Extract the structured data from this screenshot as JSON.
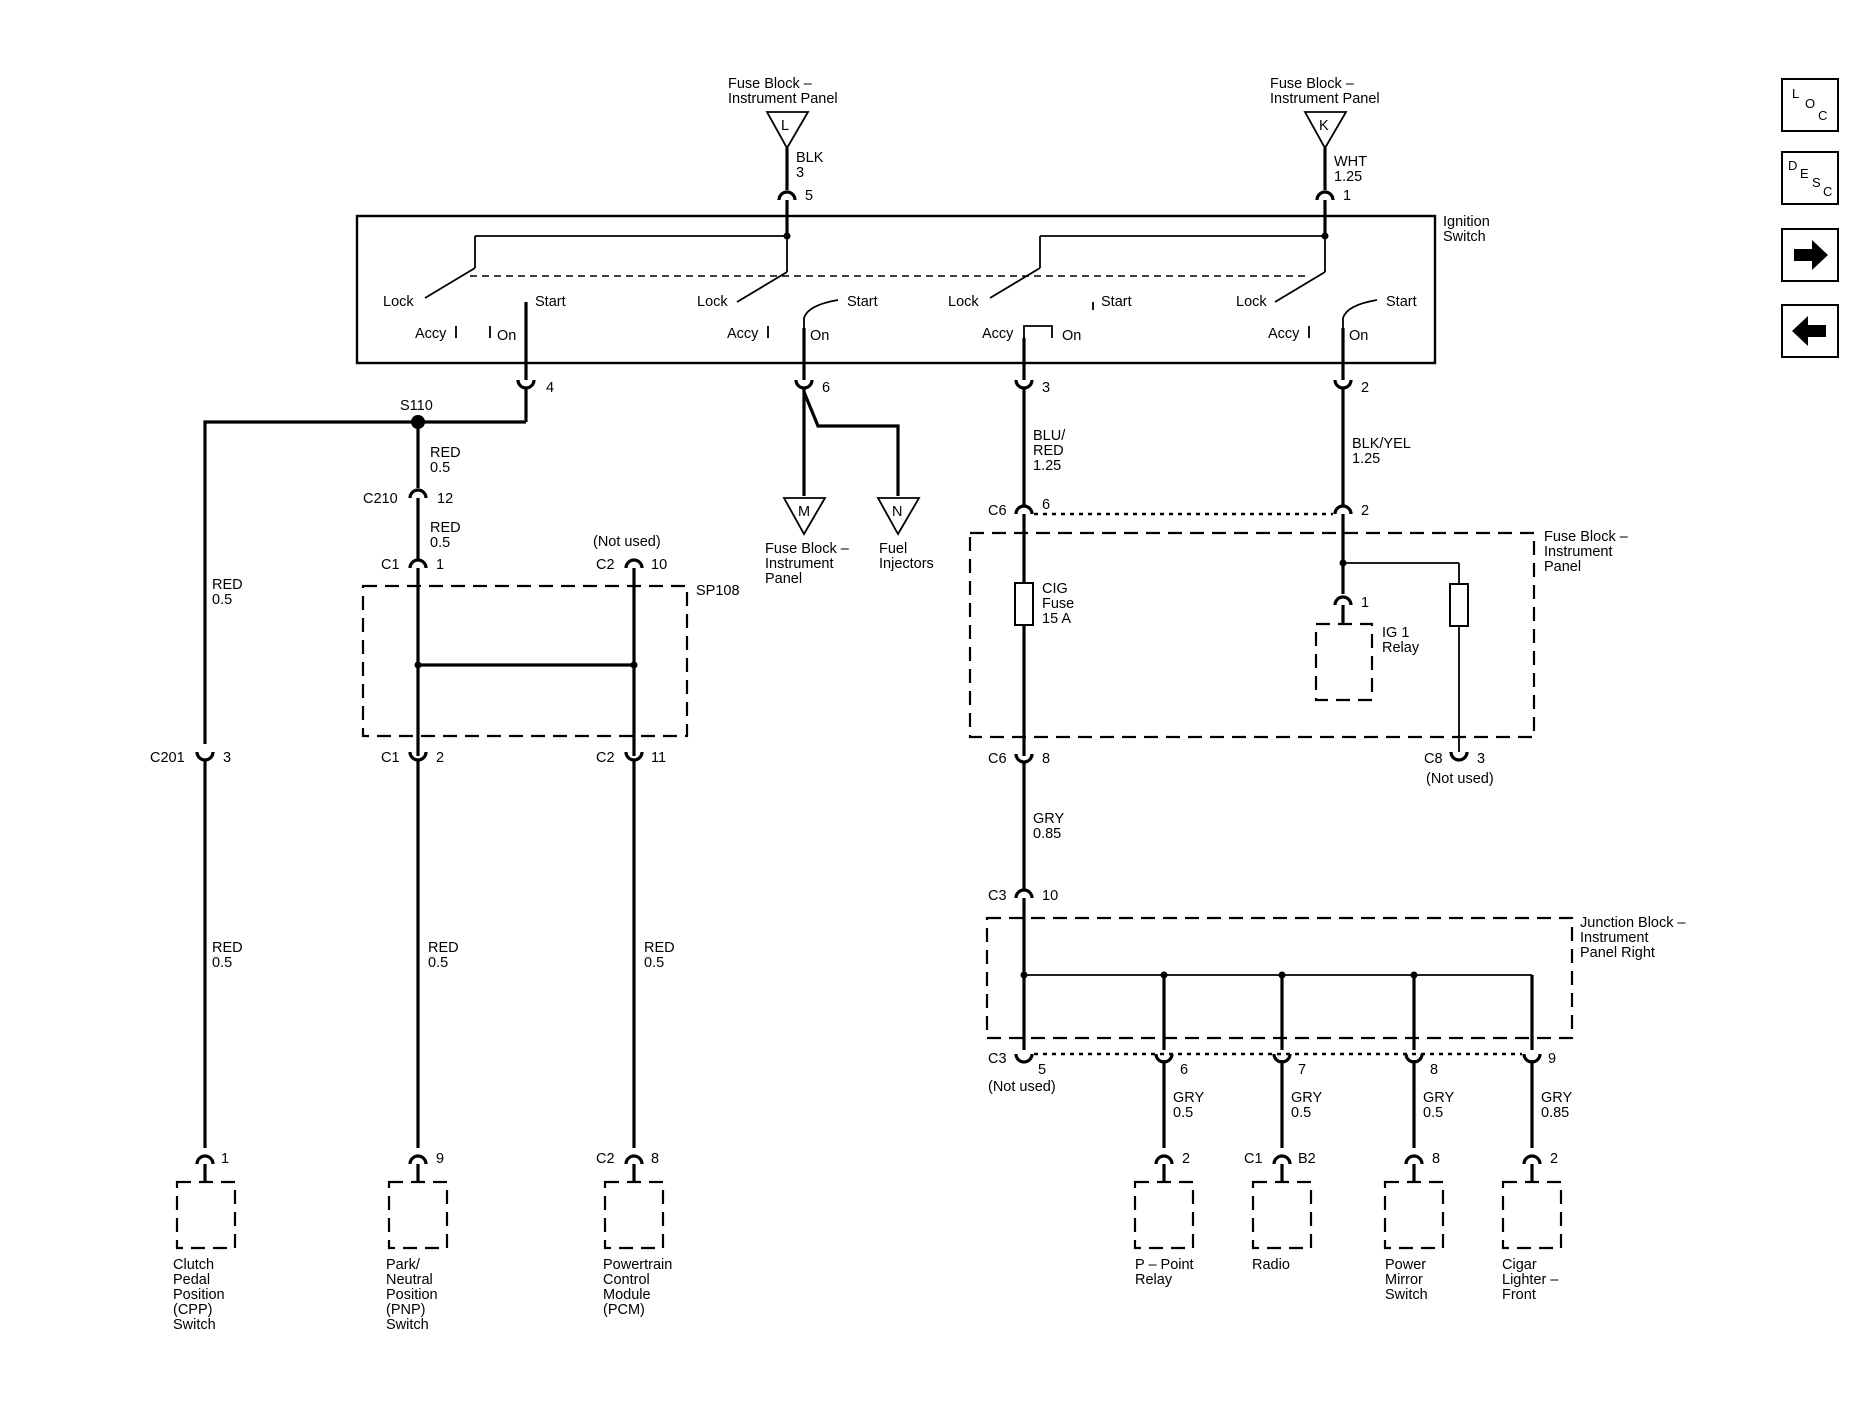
{
  "labels": {
    "fb_l": [
      "Fuse Block –",
      "Instrument Panel"
    ],
    "fb_k": [
      "Fuse Block –",
      "Instrument Panel"
    ],
    "term_l": "L",
    "term_k": "K",
    "term_m": "M",
    "term_n": "N",
    "w_blk": [
      "BLK",
      "3"
    ],
    "w_wht": [
      "WHT",
      "1.25"
    ],
    "pin5": "5",
    "pin1top": "1",
    "ign": [
      "Ignition",
      "Switch"
    ],
    "sw1": {
      "lock": "Lock",
      "start": "Start",
      "accy": "Accy",
      "on": "On"
    },
    "sw2": {
      "lock": "Lock",
      "start": "Start",
      "accy": "Accy",
      "on": "On"
    },
    "sw3": {
      "lock": "Lock",
      "start": "Start",
      "accy": "Accy",
      "on": "On"
    },
    "sw4": {
      "lock": "Lock",
      "start": "Start",
      "accy": "Accy",
      "on": "On"
    },
    "pin4": "4",
    "pin6": "6",
    "pin3": "3",
    "pin2": "2",
    "s110": "S110",
    "w_red_a": [
      "RED",
      "0.5"
    ],
    "c210": "C210",
    "pin12": "12",
    "w_red_b": [
      "RED",
      "0.5"
    ],
    "c1a": "C1",
    "pin1a": "1",
    "not_used_a": "(Not used)",
    "c2a": "C2",
    "pin10": "10",
    "sp108": "SP108",
    "w_red_c": [
      "RED",
      "0.5"
    ],
    "c201": "C201",
    "pin3b": "3",
    "c1b": "C1",
    "pin2b": "2",
    "c2b": "C2",
    "pin11": "11",
    "w_red_d": [
      "RED",
      "0.5"
    ],
    "w_red_e": [
      "RED",
      "0.5"
    ],
    "w_red_f": [
      "RED",
      "0.5"
    ],
    "pin1c": "1",
    "pin9c": "9",
    "c2c": "C2",
    "pin8c": "8",
    "cpp": [
      "Clutch",
      "Pedal",
      "Position",
      "(CPP)",
      "Switch"
    ],
    "pnp": [
      "Park/",
      "Neutral",
      "Position",
      "(PNP)",
      "Switch"
    ],
    "pcm": [
      "Powertrain",
      "Control",
      "Module",
      "(PCM)"
    ],
    "fb_m": [
      "Fuse Block –",
      "Instrument",
      "Panel"
    ],
    "fuel": [
      "Fuel",
      "Injectors"
    ],
    "w_blu": [
      "BLU/",
      "RED",
      "1.25"
    ],
    "w_blkyel": [
      "BLK/YEL",
      "1.25"
    ],
    "c6a": "C6",
    "pin6b": "6",
    "pin2c": "2",
    "fb_right": [
      "Fuse Block –",
      "Instrument",
      "Panel"
    ],
    "cig": [
      "CIG",
      "Fuse",
      "15 A"
    ],
    "pin1d": "1",
    "ig1": [
      "IG 1",
      "Relay"
    ],
    "c6b": "C6",
    "pin8d": "8",
    "c8": "C8",
    "pin3d": "3",
    "not_used_b": "(Not used)",
    "w_gry_a": [
      "GRY",
      "0.85"
    ],
    "c3a": "C3",
    "pin10b": "10",
    "jb": [
      "Junction Block –",
      "Instrument",
      "Panel Right"
    ],
    "c3b": "C3",
    "pin5b": "5",
    "not_used_c": "(Not used)",
    "pin6c": "6",
    "pin7c": "7",
    "pin8e": "8",
    "pin9d": "9",
    "w_gry_b": [
      "GRY",
      "0.5"
    ],
    "w_gry_c": [
      "GRY",
      "0.5"
    ],
    "w_gry_d": [
      "GRY",
      "0.5"
    ],
    "w_gry_e": [
      "GRY",
      "0.85"
    ],
    "pin2e": "2",
    "c1c": "C1",
    "pinb2": "B2",
    "pin8f": "8",
    "pin2f": "2",
    "ppoint": [
      "P – Point",
      "Relay"
    ],
    "radio": [
      "Radio"
    ],
    "mirror": [
      "Power",
      "Mirror",
      "Switch"
    ],
    "cigar": [
      "Cigar",
      "Lighter –",
      "Front"
    ]
  },
  "nav": {
    "loc": [
      "L",
      "O",
      "C"
    ],
    "desc": [
      "D",
      "E",
      "S",
      "C"
    ],
    "next_icon": "arrow-right-icon",
    "prev_icon": "arrow-left-icon"
  }
}
